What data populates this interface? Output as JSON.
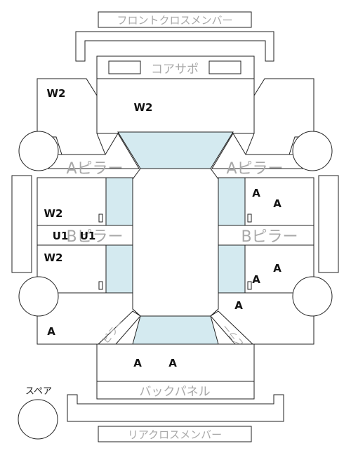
{
  "labels": {
    "front_cross_member": "フロントクロスメンバー",
    "core_support": "コアサポ",
    "a_pillar_left": "Aピラー",
    "a_pillar_right": "Aピラー",
    "b_pillar_left": "Bピラー",
    "b_pillar_right": "Bピラー",
    "back_panel": "バックパネル",
    "rear_cross_member": "リアクロスメンバー",
    "spare": "スペア",
    "c_pillar_left": "ピラー",
    "c_pillar_right": "ピラー"
  },
  "marks": {
    "w2_front_left": "W2",
    "w2_core": "W2",
    "w2_door_fl": "W2",
    "w2_door_rl": "W2",
    "u1_left": "U1",
    "u1_right": "U1",
    "a_door_fr_1": "A",
    "a_door_fr_2": "A",
    "a_door_rr_1": "A",
    "a_door_rr_2": "A",
    "a_rear_right": "A",
    "a_rear_left": "A",
    "a_trunk_1": "A",
    "a_trunk_2": "A"
  },
  "colors": {
    "glass": "#d4eaf0",
    "outline": "#222222",
    "label_gray": "#a8a8a8",
    "mark": "#111111"
  }
}
